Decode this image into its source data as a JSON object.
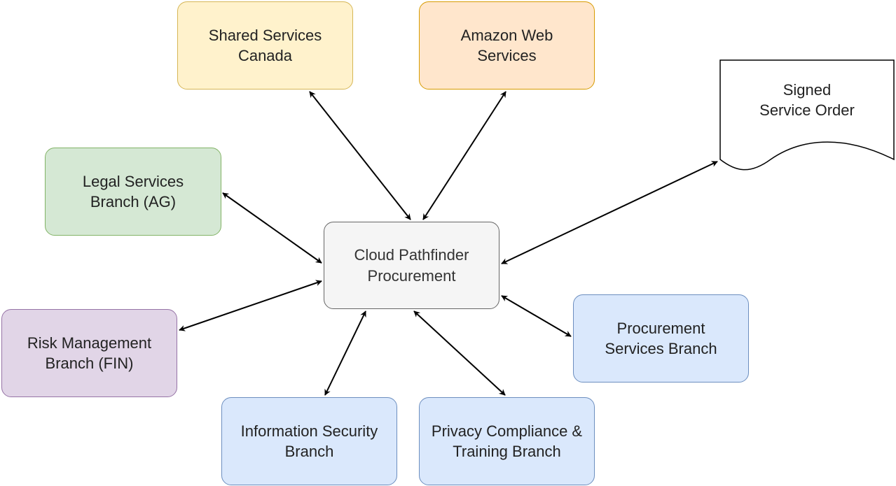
{
  "diagram": {
    "nodes": {
      "shared_services_canada": {
        "label": "Shared Services\nCanada",
        "fill": "#fff2cc",
        "stroke": "#d6b656"
      },
      "amazon_web_services": {
        "label": "Amazon Web\nServices",
        "fill": "#ffe6cc",
        "stroke": "#d79b00"
      },
      "legal_services_branch": {
        "label": "Legal Services\nBranch (AG)",
        "fill": "#d5e8d4",
        "stroke": "#82b366"
      },
      "risk_management_branch": {
        "label": "Risk Management\nBranch (FIN)",
        "fill": "#e1d5e7",
        "stroke": "#9673a6"
      },
      "cloud_pathfinder_procurement": {
        "label": "Cloud Pathfinder\nProcurement",
        "fill": "#f5f5f5",
        "stroke": "#666666",
        "text_color": "#333333"
      },
      "procurement_services_branch": {
        "label": "Procurement\nServices Branch",
        "fill": "#dae8fc",
        "stroke": "#6c8ebf"
      },
      "information_security_branch": {
        "label": "Information Security\nBranch",
        "fill": "#dae8fc",
        "stroke": "#6c8ebf"
      },
      "privacy_compliance_training_branch": {
        "label": "Privacy Compliance &\nTraining Branch",
        "fill": "#dae8fc",
        "stroke": "#6c8ebf"
      },
      "signed_service_order": {
        "label": "Signed\nService Order",
        "shape": "document",
        "fill": "#ffffff",
        "stroke": "#000000"
      }
    },
    "edges": [
      {
        "from": "cloud_pathfinder_procurement",
        "to": "shared_services_canada",
        "direction": "both"
      },
      {
        "from": "cloud_pathfinder_procurement",
        "to": "amazon_web_services",
        "direction": "both"
      },
      {
        "from": "cloud_pathfinder_procurement",
        "to": "legal_services_branch",
        "direction": "both"
      },
      {
        "from": "cloud_pathfinder_procurement",
        "to": "risk_management_branch",
        "direction": "both"
      },
      {
        "from": "cloud_pathfinder_procurement",
        "to": "signed_service_order",
        "direction": "both"
      },
      {
        "from": "cloud_pathfinder_procurement",
        "to": "procurement_services_branch",
        "direction": "both"
      },
      {
        "from": "cloud_pathfinder_procurement",
        "to": "information_security_branch",
        "direction": "both"
      },
      {
        "from": "cloud_pathfinder_procurement",
        "to": "privacy_compliance_training_branch",
        "direction": "both"
      }
    ]
  }
}
